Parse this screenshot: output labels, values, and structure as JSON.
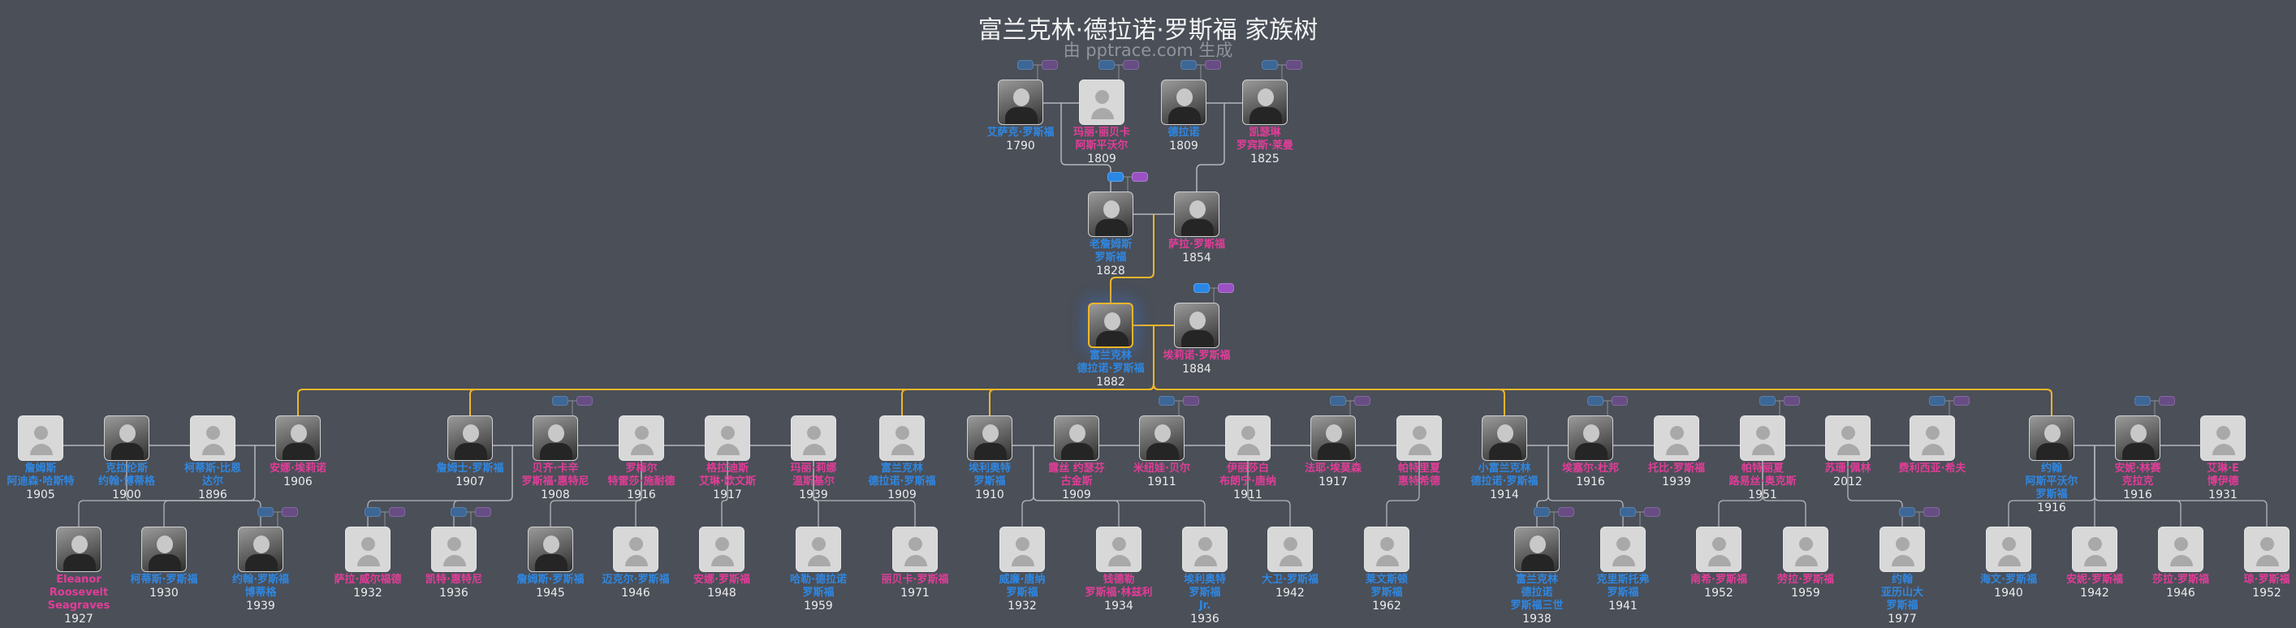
{
  "title": "富兰克林·德拉诺·罗斯福 家族树",
  "subtitle": "由 pptrace.com 生成",
  "colors": {
    "male": "#2f87e2",
    "female": "#e23d98",
    "lineage": "#f1b52a",
    "background": "#4a4f58"
  },
  "rows": [
    {
      "people": [
        {
          "name_lines": [
            "艾萨克·罗斯福"
          ],
          "year": "1790",
          "gender": "m",
          "photo": true,
          "badge": "dim"
        },
        {
          "name_lines": [
            "玛丽·丽贝卡",
            "阿斯平沃尔"
          ],
          "year": "1809",
          "gender": "f",
          "photo": false,
          "badge": "dim"
        },
        {
          "name_lines": [
            "德拉诺"
          ],
          "year": "1809",
          "gender": "m",
          "photo": true,
          "badge": "dim"
        },
        {
          "name_lines": [
            "凯瑟琳",
            "罗宾斯·莱曼"
          ],
          "year": "1825",
          "gender": "f",
          "photo": true,
          "badge": "dim"
        }
      ]
    },
    {
      "people": [
        {
          "name_lines": [
            "老詹姆斯",
            "罗斯福"
          ],
          "year": "1828",
          "gender": "m",
          "photo": true,
          "badge": "bright"
        },
        {
          "name_lines": [
            "萨拉·罗斯福"
          ],
          "year": "1854",
          "gender": "f",
          "photo": true,
          "badge": null
        }
      ]
    },
    {
      "people": [
        {
          "name_lines": [
            "富兰克林",
            "德拉诺·罗斯福"
          ],
          "year": "1882",
          "gender": "m",
          "photo": true,
          "badge": null,
          "focus": true
        },
        {
          "name_lines": [
            "埃莉诺·罗斯福"
          ],
          "year": "1884",
          "gender": "f",
          "photo": true,
          "badge": "bright"
        }
      ]
    },
    {
      "people": [
        {
          "name_lines": [
            "詹姆斯",
            "阿迪森·哈斯特"
          ],
          "year": "1905",
          "gender": "m",
          "photo": false,
          "badge": null
        },
        {
          "name_lines": [
            "克拉伦斯",
            "约翰·博蒂格"
          ],
          "year": "1900",
          "gender": "m",
          "photo": true,
          "badge": null
        },
        {
          "name_lines": [
            "柯蒂斯·比恩",
            "达尔"
          ],
          "year": "1896",
          "gender": "m",
          "photo": false,
          "badge": null
        },
        {
          "name_lines": [
            "安娜·埃莉诺"
          ],
          "year": "1906",
          "gender": "f",
          "photo": true,
          "badge": null
        },
        {
          "name_lines": [
            "詹姆士·罗斯福"
          ],
          "year": "1907",
          "gender": "m",
          "photo": true,
          "badge": null
        },
        {
          "name_lines": [
            "贝齐·卡辛",
            "罗斯福·惠特尼"
          ],
          "year": "1908",
          "gender": "f",
          "photo": true,
          "badge": "dim"
        },
        {
          "name_lines": [
            "罗梅尔",
            "特雷莎·施耐德"
          ],
          "year": "1916",
          "gender": "f",
          "photo": false,
          "badge": null
        },
        {
          "name_lines": [
            "格拉迪斯",
            "艾琳·欧文斯"
          ],
          "year": "1917",
          "gender": "f",
          "photo": false,
          "badge": null
        },
        {
          "name_lines": [
            "玛丽·莉娜",
            "温斯基尔"
          ],
          "year": "1939",
          "gender": "f",
          "photo": false,
          "badge": null
        },
        {
          "name_lines": [
            "富兰克林",
            "德拉诺·罗斯福"
          ],
          "year": "1909",
          "gender": "m",
          "photo": false,
          "badge": null
        },
        {
          "name_lines": [
            "埃利奥特",
            "罗斯福"
          ],
          "year": "1910",
          "gender": "m",
          "photo": true,
          "badge": null
        },
        {
          "name_lines": [
            "露丝 约瑟芬",
            "古金斯"
          ],
          "year": "1909",
          "gender": "f",
          "photo": true,
          "badge": null
        },
        {
          "name_lines": [
            "米纽娃·贝尔"
          ],
          "year": "1911",
          "gender": "f",
          "photo": true,
          "badge": "dim"
        },
        {
          "name_lines": [
            "伊丽莎白",
            "布朗宁·唐纳"
          ],
          "year": "1911",
          "gender": "f",
          "photo": false,
          "badge": null
        },
        {
          "name_lines": [
            "法耶·埃莫森"
          ],
          "year": "1917",
          "gender": "f",
          "photo": true,
          "badge": "dim"
        },
        {
          "name_lines": [
            "帕特里夏",
            "惠特希德"
          ],
          "year": null,
          "gender": "f",
          "photo": false,
          "badge": null
        },
        {
          "name_lines": [
            "小富兰克林",
            "德拉诺·罗斯福"
          ],
          "year": "1914",
          "gender": "m",
          "photo": true,
          "badge": null
        },
        {
          "name_lines": [
            "埃塞尔·杜邦"
          ],
          "year": "1916",
          "gender": "f",
          "photo": true,
          "badge": "dim"
        },
        {
          "name_lines": [
            "托比·罗斯福"
          ],
          "year": "1939",
          "gender": "f",
          "photo": false,
          "badge": null
        },
        {
          "name_lines": [
            "帕特丽夏",
            "路易丝·奥克斯"
          ],
          "year": "1951",
          "gender": "f",
          "photo": false,
          "badge": "dim"
        },
        {
          "name_lines": [
            "苏珊·佩林"
          ],
          "year": "2012",
          "gender": "f",
          "photo": false,
          "badge": null
        },
        {
          "name_lines": [
            "费利西亚·希夫"
          ],
          "year": null,
          "gender": "f",
          "photo": false,
          "badge": "dim"
        },
        {
          "name_lines": [
            "约翰",
            "阿斯平沃尔",
            "罗斯福"
          ],
          "year": "1916",
          "gender": "m",
          "photo": true,
          "badge": null
        },
        {
          "name_lines": [
            "安妮·林赛",
            "克拉克"
          ],
          "year": "1916",
          "gender": "f",
          "photo": true,
          "badge": "dim"
        },
        {
          "name_lines": [
            "艾琳·E",
            "博伊德"
          ],
          "year": "1931",
          "gender": "f",
          "photo": false,
          "badge": null
        }
      ]
    },
    {
      "people": [
        {
          "name_lines": [
            "Eleanor",
            "Roosevelt",
            "Seagraves"
          ],
          "year": "1927",
          "gender": "f",
          "photo": true,
          "badge": null
        },
        {
          "name_lines": [
            "柯蒂斯·罗斯福"
          ],
          "year": "1930",
          "gender": "m",
          "photo": true,
          "badge": null
        },
        {
          "name_lines": [
            "约翰·罗斯福",
            "博蒂格"
          ],
          "year": "1939",
          "gender": "m",
          "photo": true,
          "badge": "dim"
        },
        {
          "name_lines": [
            "萨拉·威尔福德"
          ],
          "year": "1932",
          "gender": "f",
          "photo": false,
          "badge": "dim"
        },
        {
          "name_lines": [
            "凯特·惠特尼"
          ],
          "year": "1936",
          "gender": "f",
          "photo": false,
          "badge": "dim"
        },
        {
          "name_lines": [
            "詹姆斯·罗斯福"
          ],
          "year": "1945",
          "gender": "m",
          "photo": true,
          "badge": null
        },
        {
          "name_lines": [
            "迈克尔·罗斯福"
          ],
          "year": "1946",
          "gender": "m",
          "photo": false,
          "badge": null
        },
        {
          "name_lines": [
            "安娜·罗斯福"
          ],
          "year": "1948",
          "gender": "f",
          "photo": false,
          "badge": null
        },
        {
          "name_lines": [
            "哈勒·德拉诺",
            "罗斯福"
          ],
          "year": "1959",
          "gender": "m",
          "photo": false,
          "badge": null
        },
        {
          "name_lines": [
            "丽贝卡·罗斯福"
          ],
          "year": "1971",
          "gender": "f",
          "photo": false,
          "badge": null
        },
        {
          "name_lines": [
            "威廉·唐纳",
            "罗斯福"
          ],
          "year": "1932",
          "gender": "m",
          "photo": false,
          "badge": null
        },
        {
          "name_lines": [
            "钱德勒",
            "罗斯福·林兹利"
          ],
          "year": "1934",
          "gender": "f",
          "photo": false,
          "badge": null
        },
        {
          "name_lines": [
            "埃利奥特",
            "罗斯福",
            "Jr."
          ],
          "year": "1936",
          "gender": "m",
          "photo": false,
          "badge": null
        },
        {
          "name_lines": [
            "大卫·罗斯福"
          ],
          "year": "1942",
          "gender": "m",
          "photo": false,
          "badge": null
        },
        {
          "name_lines": [
            "莱文斯顿",
            "罗斯福"
          ],
          "year": "1962",
          "gender": "m",
          "photo": false,
          "badge": null
        },
        {
          "name_lines": [
            "富兰克林",
            "德拉诺",
            "罗斯福三世"
          ],
          "year": "1938",
          "gender": "m",
          "photo": true,
          "badge": "dim"
        },
        {
          "name_lines": [
            "克里斯托弗",
            "罗斯福"
          ],
          "year": "1941",
          "gender": "m",
          "photo": false,
          "badge": "dim"
        },
        {
          "name_lines": [
            "南希·罗斯福"
          ],
          "year": "1952",
          "gender": "f",
          "photo": false,
          "badge": null
        },
        {
          "name_lines": [
            "劳拉·罗斯福"
          ],
          "year": "1959",
          "gender": "f",
          "photo": false,
          "badge": null
        },
        {
          "name_lines": [
            "约翰",
            "亚历山大",
            "罗斯福"
          ],
          "year": "1977",
          "gender": "m",
          "photo": false,
          "badge": "dim"
        },
        {
          "name_lines": [
            "海文·罗斯福"
          ],
          "year": "1940",
          "gender": "m",
          "photo": false,
          "badge": null
        },
        {
          "name_lines": [
            "安妮·罗斯福"
          ],
          "year": "1942",
          "gender": "f",
          "photo": false,
          "badge": null
        },
        {
          "name_lines": [
            "莎拉·罗斯福"
          ],
          "year": "1946",
          "gender": "f",
          "photo": false,
          "badge": null
        },
        {
          "name_lines": [
            "琼·罗斯福"
          ],
          "year": "1952",
          "gender": "f",
          "photo": false,
          "badge": null
        }
      ]
    }
  ]
}
